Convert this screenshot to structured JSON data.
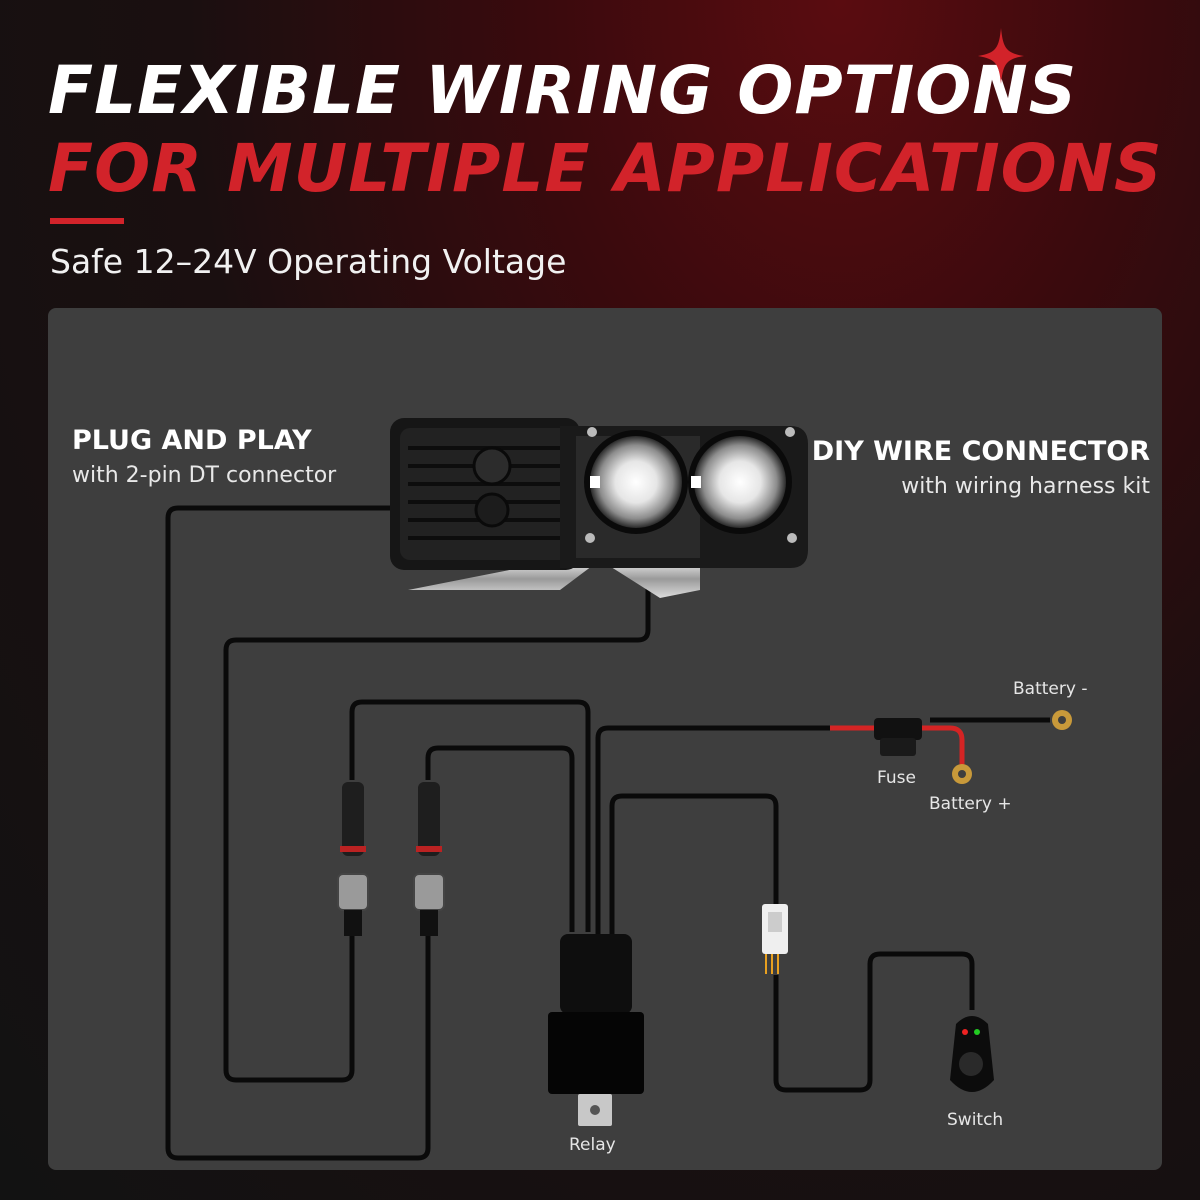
{
  "headline": {
    "line1": "FLEXIBLE WIRING OPTIONS",
    "line2": "FOR MULTIPLE APPLICATIONS",
    "subtitle": "Safe 12–24V Operating Voltage"
  },
  "callouts": {
    "plug_title": "PLUG AND PLAY",
    "plug_sub": "with 2-pin DT connector",
    "diy_title": "DIY WIRE CONNECTOR",
    "diy_sub": "with wiring harness kit"
  },
  "components": {
    "battery_negative": "Battery -",
    "battery_positive": "Battery +",
    "fuse": "Fuse",
    "relay": "Relay",
    "switch": "Switch"
  },
  "colors": {
    "accent_red": "#d2232a",
    "panel": "#3e3e3e",
    "wire": "#0a0a0a",
    "battery_terminal": "#c8993a"
  }
}
